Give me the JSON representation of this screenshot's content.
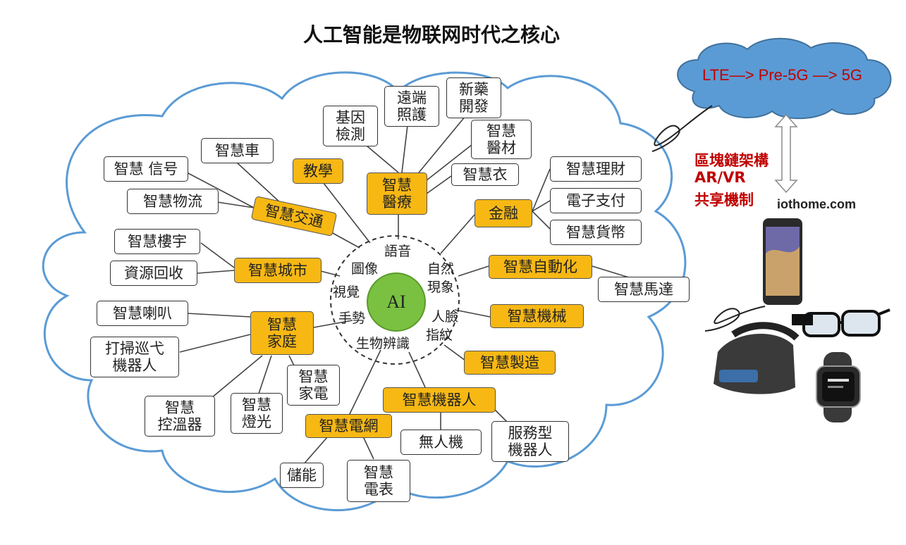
{
  "title": "人工智能是物联网时代之核心",
  "center": "AI",
  "hub_labels": {
    "yuyin": "語音",
    "tuxiang": "圖像",
    "ziran": "自然",
    "shijue": "視覺",
    "xianxiang": "現象",
    "renlian": "人臉",
    "shoushi": "手勢",
    "zhiwen": "指紋",
    "shengwu": "生物辨識"
  },
  "categories": {
    "jiaoxue": "教學",
    "yiliao": "智慧\n醫療",
    "jiaotong": "智慧交通",
    "chengshi": "智慧城市",
    "jiating": "智慧\n家庭",
    "jinrong": "金融",
    "zidonghua": "智慧自動化",
    "jixie": "智慧機械",
    "zhizao": "智慧製造",
    "jiqiren": "智慧機器人",
    "dianwang": "智慧電網"
  },
  "leaves": {
    "jiyin": "基因\n檢測",
    "yuanduan": "遠端\n照護",
    "xinyao": "新藥\n開發",
    "yicai": "智慧\n醫材",
    "yi": "智慧衣",
    "che": "智慧車",
    "xinhao": "智慧 信号",
    "wuliu": "智慧物流",
    "louyu": "智慧樓宇",
    "huishou": "資源回收",
    "laba": "智慧喇叭",
    "saodi": "打掃巡弋\n機器人",
    "jiadian": "智慧\n家電",
    "kongwen": "智慧\n控溫器",
    "dengguang": "智慧\n燈光",
    "licai": "智慧理財",
    "zhifu": "電子支付",
    "huobi": "智慧貨幣",
    "mada": "智慧馬達",
    "wurenji": "無人機",
    "fuwu": "服務型\n機器人",
    "chuneng": "儲能",
    "dianbiao": "智慧\n電表"
  },
  "network": "LTE—> Pre-5G —> 5G",
  "side_notes": [
    "區塊鏈架構",
    "AR/VR",
    "共享機制"
  ],
  "site": "iothome.com",
  "colors": {
    "category_fill": "#f7b814",
    "ai_fill": "#7ac142",
    "cloud_fill": "#5b9bd5",
    "accent_red": "#c00000"
  }
}
